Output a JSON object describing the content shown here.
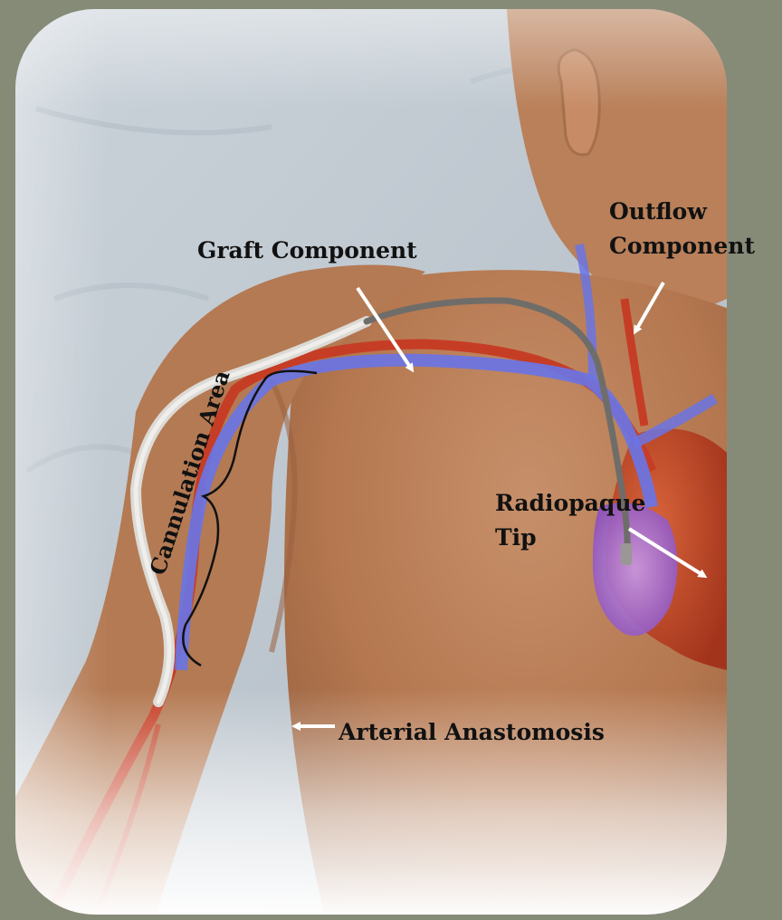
{
  "labels": {
    "graft_component": "Graft Component",
    "outflow_component_line1": "Outflow",
    "outflow_component_line2": "Component",
    "radiopaque_tip_line1": "Radiopaque",
    "radiopaque_tip_line2": "Tip",
    "cannulation_area": "Cannulation Area",
    "arterial_anastomosis": "Arterial Anastomosis"
  },
  "colors": {
    "frame_background": "#868b78",
    "skin": "#b77c57",
    "sheet": "#c4ccd3",
    "vein": "#6a74e4",
    "artery": "#c63d25",
    "heart": "#c44a2a",
    "heart_atrium": "#a46ad0",
    "catheter_white": "#e8e6e1",
    "catheter_gray": "#7c7a76",
    "annotation_arrow": "#ffffff",
    "label_text": "#111111"
  },
  "icons": [
    "arrow-graft-icon",
    "arrow-outflow-icon",
    "arrow-radiopaque-icon",
    "arrow-arterial-icon",
    "cannulation-bracket-icon"
  ]
}
